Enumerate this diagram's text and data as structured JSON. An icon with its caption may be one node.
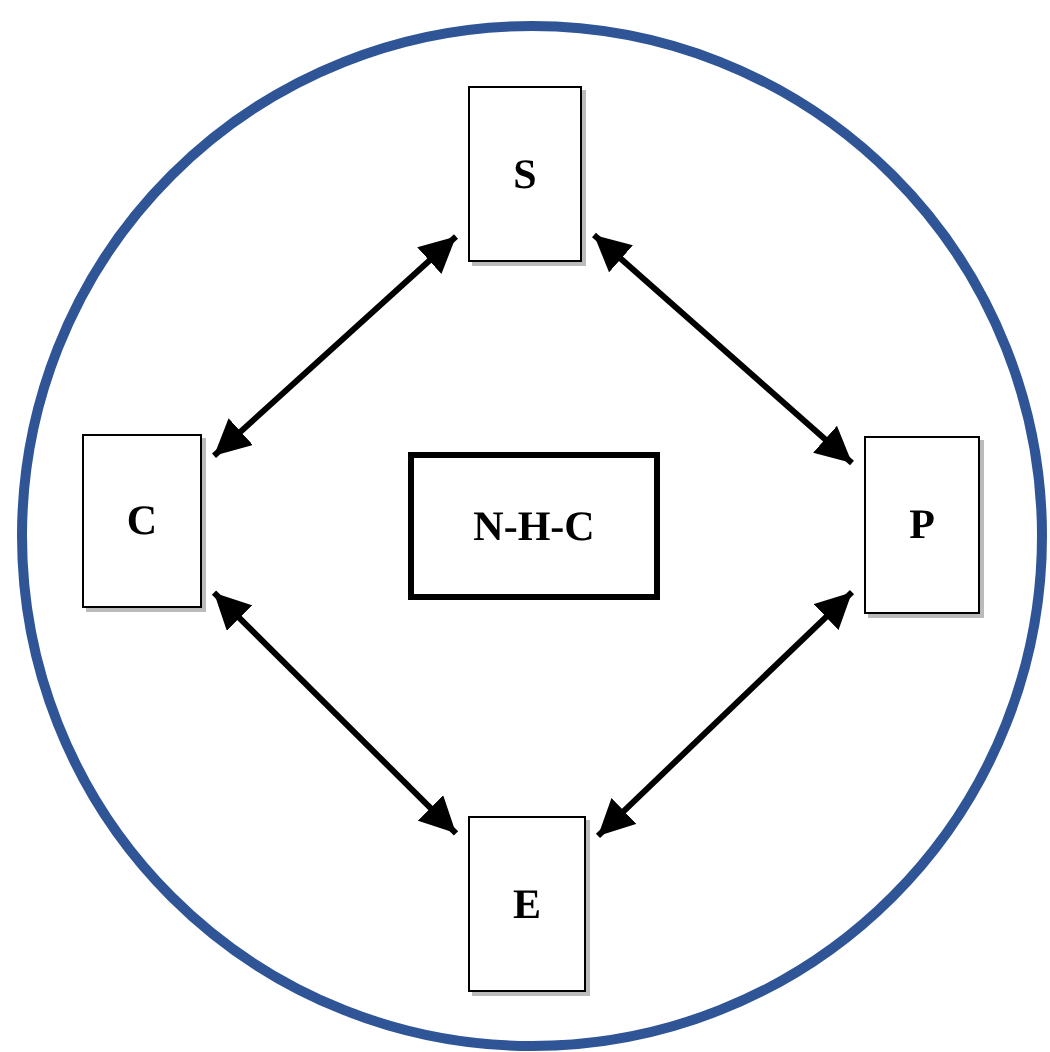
{
  "diagram": {
    "nodes": [
      {
        "text": [],
        "shape": "circle"
      },
      {
        "text": [
          "S"
        ],
        "in": 0
      },
      {
        "text": [
          "C"
        ],
        "in": 0
      },
      {
        "text": [
          "N-H-C"
        ],
        "in": 0
      },
      {
        "text": [
          "P"
        ],
        "in": 0
      },
      {
        "text": [
          "E"
        ],
        "in": 0
      }
    ],
    "edges": [
      {
        "from": 1,
        "to": 2,
        "arrow": "both"
      },
      {
        "from": 1,
        "to": 4,
        "arrow": "both"
      },
      {
        "from": 2,
        "to": 5,
        "arrow": "both"
      },
      {
        "from": 4,
        "to": 5,
        "arrow": "both"
      }
    ]
  }
}
